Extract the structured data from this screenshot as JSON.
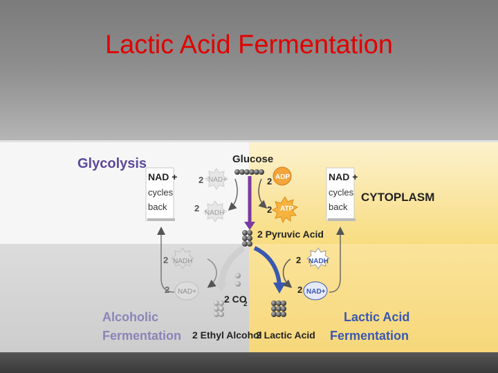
{
  "slide": {
    "title": "Lactic Acid Fermentation"
  },
  "diagram": {
    "glycolysis_label": "Glycolysis",
    "glucose_label": "Glucose",
    "cytoplasm_label": "CYTOPLASM",
    "nad_cycles_back_left": [
      "NAD +",
      "cycles",
      "back"
    ],
    "nad_cycles_back_right": [
      "NAD +",
      "cycles",
      "back"
    ],
    "coef_2": "2",
    "nad_plus": "NAD+",
    "nadh": "NADH",
    "adp": "ADP",
    "atp": "ATP",
    "pyruvic_acid": "2 Pyruvic Acid",
    "co2_prefix": "2 CO",
    "co2_subscript": "2",
    "ethyl_alcohol": "2 Ethyl Alcohol",
    "lactic_acid": "2 Lactic Acid",
    "alcoholic_fermentation": [
      "Alcoholic",
      "Fermentation"
    ],
    "lactic_acid_fermentation": [
      "Lactic Acid",
      "Fermentation"
    ],
    "colors": {
      "title_red": "#e00000",
      "label_purple": "#5a4a9a",
      "lactic_blue": "#3858b0",
      "panel_yellow": "#fbe9a8",
      "adp_orange": "#f3a43a"
    }
  }
}
